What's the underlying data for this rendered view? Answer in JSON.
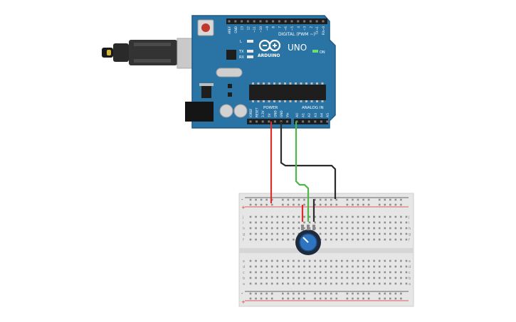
{
  "board": {
    "reset_label": "RESET",
    "brand": "ARDUINO",
    "model": "UNO",
    "on_label": "ON",
    "digital_label": "DIGITAL (PWM ~)",
    "power_label": "POWER",
    "analog_label": "ANALOG IN",
    "led_l": "L",
    "led_tx": "TX",
    "led_rx": "RX",
    "top_pins": [
      "AREF",
      "GND",
      "13",
      "12",
      "~11",
      "~10",
      "~9",
      "8",
      "7",
      "~6",
      "~5",
      "4",
      "~3",
      "2",
      "TX→1",
      "RX←0"
    ],
    "power_pins": [
      "IOREF",
      "RESET",
      "3.3V",
      "5V",
      "GND",
      "GND",
      "Vin"
    ],
    "analog_pins": [
      "A0",
      "A1",
      "A2",
      "A3",
      "A4",
      "A5"
    ]
  },
  "breadboard": {
    "rows_top": [
      "j",
      "i",
      "h",
      "g",
      "f"
    ],
    "rows_bottom": [
      "e",
      "d",
      "c",
      "b",
      "a"
    ],
    "rail_plus": "+",
    "rail_minus": "-",
    "column_count": 30
  },
  "colors": {
    "board": "#2a73a5",
    "board_edge": "#1d5a86",
    "wire_red": "#d9302c",
    "wire_black": "#2b2b2b",
    "wire_green": "#4bb748",
    "breadboard": "#e6e6e6",
    "pot_knob": "#2f74c0"
  }
}
